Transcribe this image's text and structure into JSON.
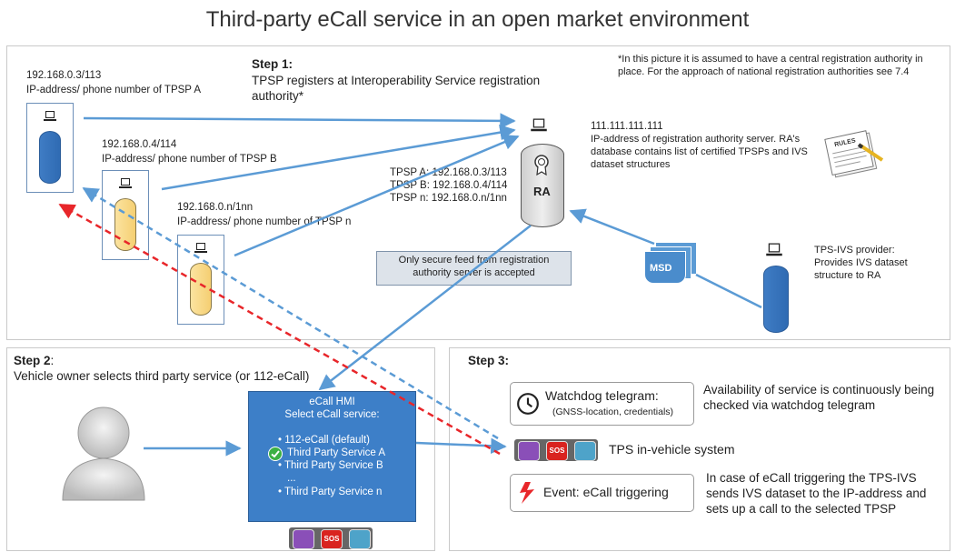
{
  "title": "Third-party eCall service in an open market environment",
  "top": {
    "step1_heading": "Step 1:",
    "step1_text": "TPSP registers at Interoperability Service registration authority*",
    "note": "*In this picture it is assumed to have a central registration authority in place. For the approach of national registration authorities see 7.4",
    "tpsp_a": {
      "ip": "192.168.0.3/113",
      "label": "IP-address/ phone number of TPSP A"
    },
    "tpsp_b": {
      "ip": "192.168.0.4/114",
      "label": "IP-address/ phone number of TPSP B"
    },
    "tpsp_n": {
      "ip": "192.168.0.n/1nn",
      "label": "IP-address/ phone number of TPSP n"
    },
    "ra_ip": "111.111.111.111",
    "ra_desc": "IP-address of registration authority server. RA's database contains list of certified TPSPs and IVS dataset structures",
    "ra_label": "RA",
    "ra_list": [
      "TPSP A: 192.168.0.3/113",
      "TPSP B: 192.168.0.4/114",
      "TPSP n: 192.168.0.n/1nn"
    ],
    "secure_feed": "Only secure feed from registration authority server is accepted",
    "msd_label": "MSD",
    "rules_label": "RULES",
    "provider": "TPS-IVS provider: Provides IVS dataset structure to RA"
  },
  "step2": {
    "heading": "Step 2",
    "heading_colon": ":",
    "text": "Vehicle owner selects third party service (or 112-eCall)",
    "hmi_title": "eCall HMI",
    "hmi_subtitle": "Select eCall service:",
    "options": [
      "112-eCall (default)",
      "Third Party Service A",
      "Third Party Service B",
      "...",
      "Third Party Service n"
    ]
  },
  "step3": {
    "heading": "Step 3:",
    "watchdog_title": "Watchdog telegram:",
    "watchdog_sub": "(GNSS-location, credentials)",
    "watchdog_desc": "Availability of service is continuously being checked via watchdog telegram",
    "tps_label": "TPS in-vehicle system",
    "event_label": "Event: eCall triggering",
    "event_desc": "In case of eCall triggering the TPS-IVS sends IVS dataset to the IP-address and sets up a call to the selected TPSP"
  },
  "icons": {
    "sos": "SOS",
    "colors": {
      "arrow_blue": "#5b9bd5",
      "arrow_red": "#e8262a",
      "panel_border": "#c9c9c9"
    }
  }
}
